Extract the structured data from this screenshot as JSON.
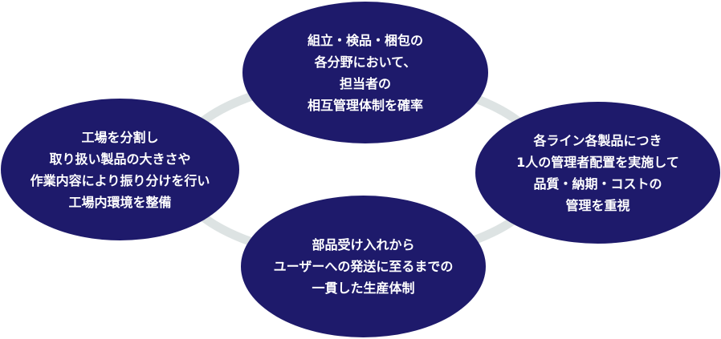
{
  "colors": {
    "node": "#1e1a6b",
    "ring": "#dde3e3",
    "text": "#ffffff"
  },
  "nodes": {
    "top": {
      "lines": [
        "組立・検品・梱包の",
        "各分野において、",
        "担当者の",
        "相互管理体制を確率"
      ]
    },
    "left": {
      "lines": [
        "工場を分割し",
        "取り扱い製品の大きさや",
        "作業内容により振り分けを行い",
        "工場内環境を整備"
      ]
    },
    "right": {
      "lines": [
        "各ライン各製品につき",
        "1人の管理者配置を実施して",
        "品質・納期・コストの",
        "管理を重視"
      ]
    },
    "bottom": {
      "lines": [
        "部品受け入れから",
        "ユーザーへの発送に至るまでの",
        "一貫した生産体制"
      ]
    }
  }
}
